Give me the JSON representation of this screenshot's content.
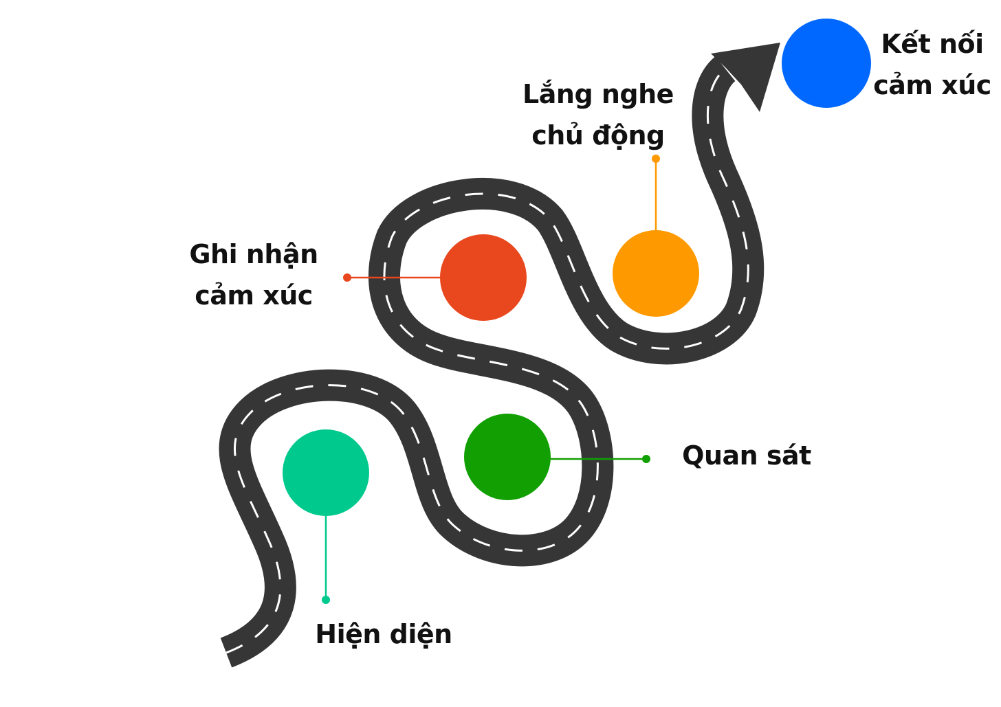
{
  "diagram": {
    "steps": [
      {
        "id": "hien-dien",
        "label_lines": [
          "Hiện diện"
        ],
        "color": "#00C98D"
      },
      {
        "id": "quan-sat",
        "label_lines": [
          "Quan sát"
        ],
        "color": "#119F02"
      },
      {
        "id": "ghi-nhan",
        "label_lines": [
          "Ghi nhận",
          "cảm xúc"
        ],
        "color": "#E9471D"
      },
      {
        "id": "lang-nghe",
        "label_lines": [
          "Lắng nghe",
          "chủ động"
        ],
        "color": "#FE9900"
      },
      {
        "id": "ket-noi",
        "label_lines": [
          "Kết nối",
          "cảm xúc"
        ],
        "color": "#0068FF"
      }
    ],
    "road_color": "#363636",
    "road_marking_color": "#ffffff"
  }
}
